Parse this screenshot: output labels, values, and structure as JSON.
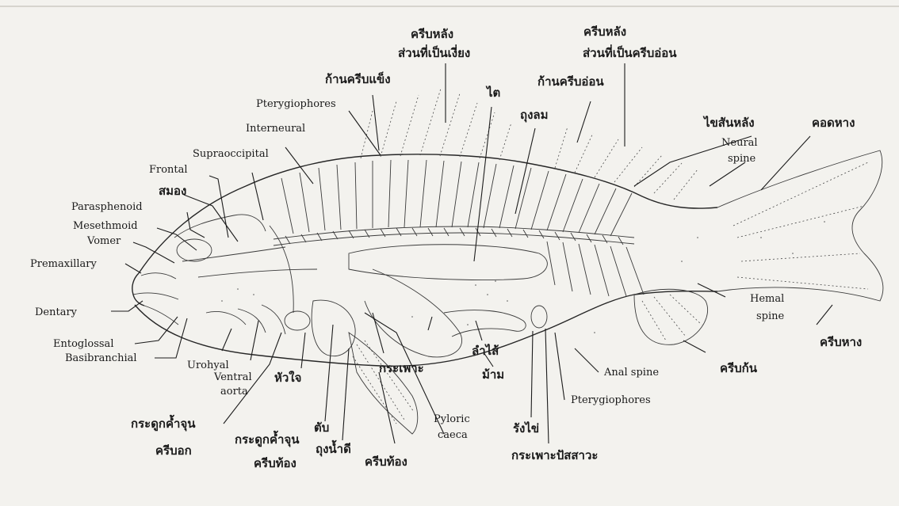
{
  "labels": {
    "dorsal_fin_spiny": "ครีบหลัง\nส่วนที่เป็นเงี่ยง",
    "dorsal_fin_soft": "ครีบหลัง\nส่วนที่เป็นครีบอ่อน",
    "spine_ray": "ก้านครีบแข็ง",
    "soft_ray": "ก้านครีบอ่อน",
    "kidney": "ไต",
    "gall_sac": "ถุงลม",
    "pterygiophores_top": "Pterygiophores",
    "interneural": "Interneural",
    "supraoccipital": "Supraoccipital",
    "frontal": "Frontal",
    "brain": "สมอง",
    "parasphenoid": "Parasphenoid",
    "mesethmoid": "Mesethmoid",
    "vomer": "Vomer",
    "premaxillary": "Premaxillary",
    "dentary": "Dentary",
    "entoglossal": "Entoglossal",
    "basibranchial": "Basibranchial",
    "urohyal": "Urohyal",
    "ventral_aorta": "Ventral\naorta",
    "heart": "หัวใจ",
    "pectoral_girdle": "กระดูกค้ำจุน\nครีบอก",
    "liver": "ตับ",
    "pelvic_girdle": "กระดูกค้ำจุน\nครีบท้อง",
    "gall_bladder": "ถุงน้ำดี",
    "pelvic_fin": "ครีบท้อง",
    "stomach": "กระเพาะ",
    "pyloric_caeca": "Pyloric\ncaeca",
    "spleen": "ม้าม",
    "intestine": "ลำไส้",
    "ovary": "รังไข่",
    "urinary_bladder": "กระเพาะปัสสาวะ",
    "pterygiophores_bottom": "Pterygiophores",
    "anal_spine": "Anal spine",
    "anal_fin": "ครีบก้น",
    "spinal_cord": "ไขสันหลัง",
    "caudal_peduncle": "คอดหาง",
    "neural_spine": "Neural\nspine",
    "hemal_spine": "Hemal\nspine",
    "caudal_fin": "ครีบหาง"
  }
}
